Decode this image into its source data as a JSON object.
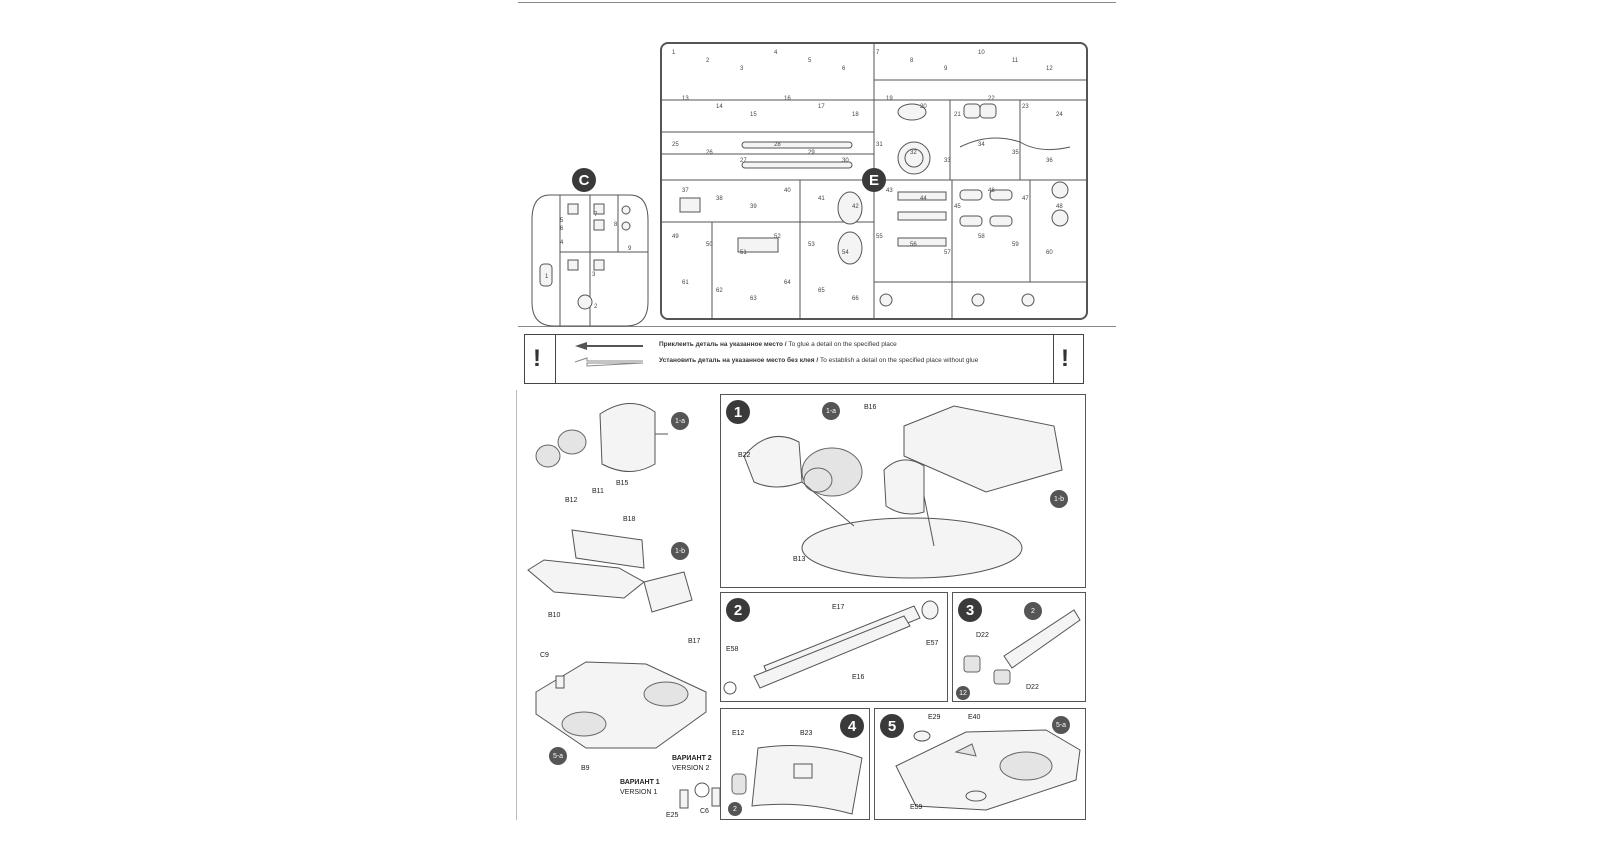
{
  "sprues": {
    "c": {
      "letter": "C",
      "parts": [
        "1",
        "2",
        "3",
        "4",
        "5",
        "6",
        "7",
        "8",
        "9"
      ]
    },
    "e": {
      "letter": "E",
      "parts": [
        "1",
        "2",
        "3",
        "4",
        "5",
        "6",
        "7",
        "8",
        "9",
        "10",
        "11",
        "12",
        "13",
        "14",
        "15",
        "16",
        "17",
        "18",
        "19",
        "20",
        "21",
        "22",
        "23",
        "24",
        "25",
        "26",
        "27",
        "28",
        "29",
        "30",
        "31",
        "32",
        "33",
        "34",
        "35",
        "36",
        "37",
        "38",
        "39",
        "40",
        "41",
        "42",
        "43",
        "44",
        "45",
        "46",
        "47",
        "48",
        "49",
        "50",
        "51",
        "52",
        "53",
        "54",
        "55",
        "56",
        "57",
        "58",
        "59",
        "60",
        "61",
        "62",
        "63",
        "64",
        "65",
        "66"
      ]
    }
  },
  "legend": {
    "glue_ru": "Приклеить деталь на указанное место",
    "glue_en": "To glue a detail on the specified place",
    "noglue_ru": "Установить деталь на указанное место без клея",
    "noglue_en": "To establish a detail on the specified place without glue",
    "separator": "/",
    "mark": "!"
  },
  "substeps": {
    "s1a": {
      "badge": "1-a",
      "labels": [
        "B12",
        "B11",
        "B15"
      ]
    },
    "s1b": {
      "badge": "1-b",
      "labels": [
        "B18",
        "B10",
        "B17"
      ]
    },
    "s5a": {
      "badge": "5-a",
      "labels": [
        "C9",
        "B9"
      ]
    }
  },
  "versions": {
    "v2_ru": "ВАРИАНТ 2",
    "v2_en": "VERSION 2",
    "v1_ru": "ВАРИАНТ 1",
    "v1_en": "VERSION 1",
    "parts": [
      "E25",
      "C6"
    ]
  },
  "steps": {
    "s1": {
      "num": "1",
      "labels": [
        "1-a",
        "B16",
        "B22",
        "B13",
        "1-b"
      ]
    },
    "s2": {
      "num": "2",
      "labels": [
        "E17",
        "E58",
        "E16",
        "E57"
      ]
    },
    "s3": {
      "num": "3",
      "labels": [
        "2",
        "D22",
        "D22",
        "12"
      ]
    },
    "s4": {
      "num": "4",
      "labels": [
        "E12",
        "B23",
        "2"
      ]
    },
    "s5": {
      "num": "5",
      "labels": [
        "E29",
        "E40",
        "5-a",
        "E59"
      ]
    }
  }
}
